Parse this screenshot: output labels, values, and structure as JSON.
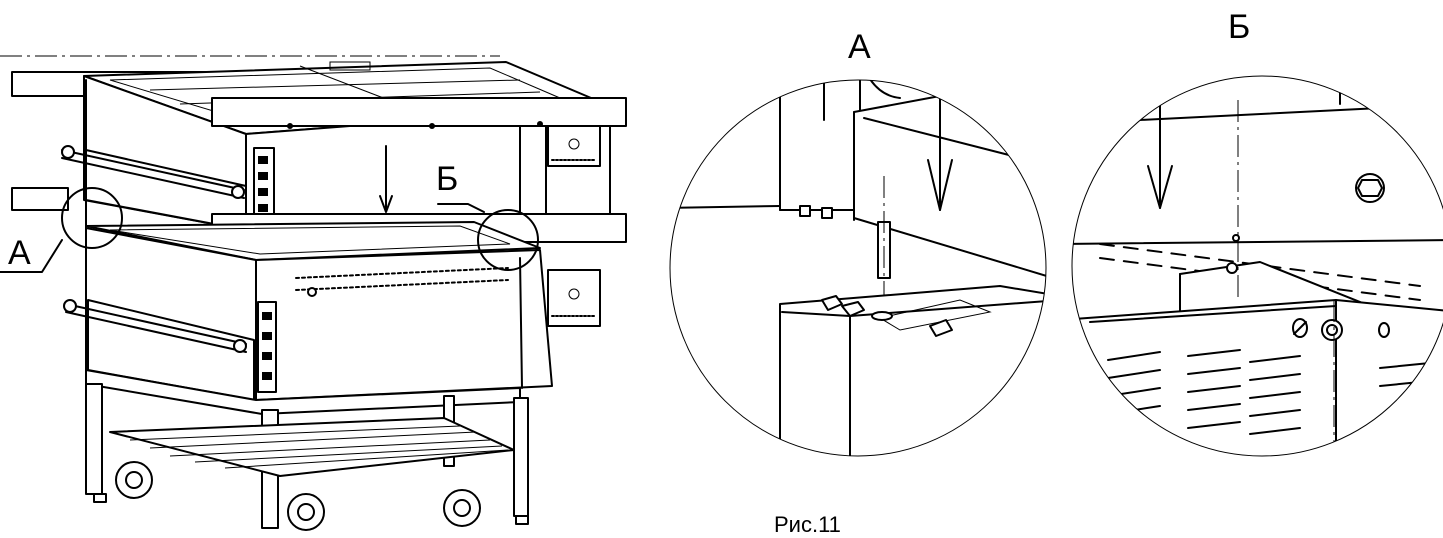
{
  "labels": {
    "detail_a": "А",
    "detail_b": "Б",
    "caption": "Рис.11"
  }
}
